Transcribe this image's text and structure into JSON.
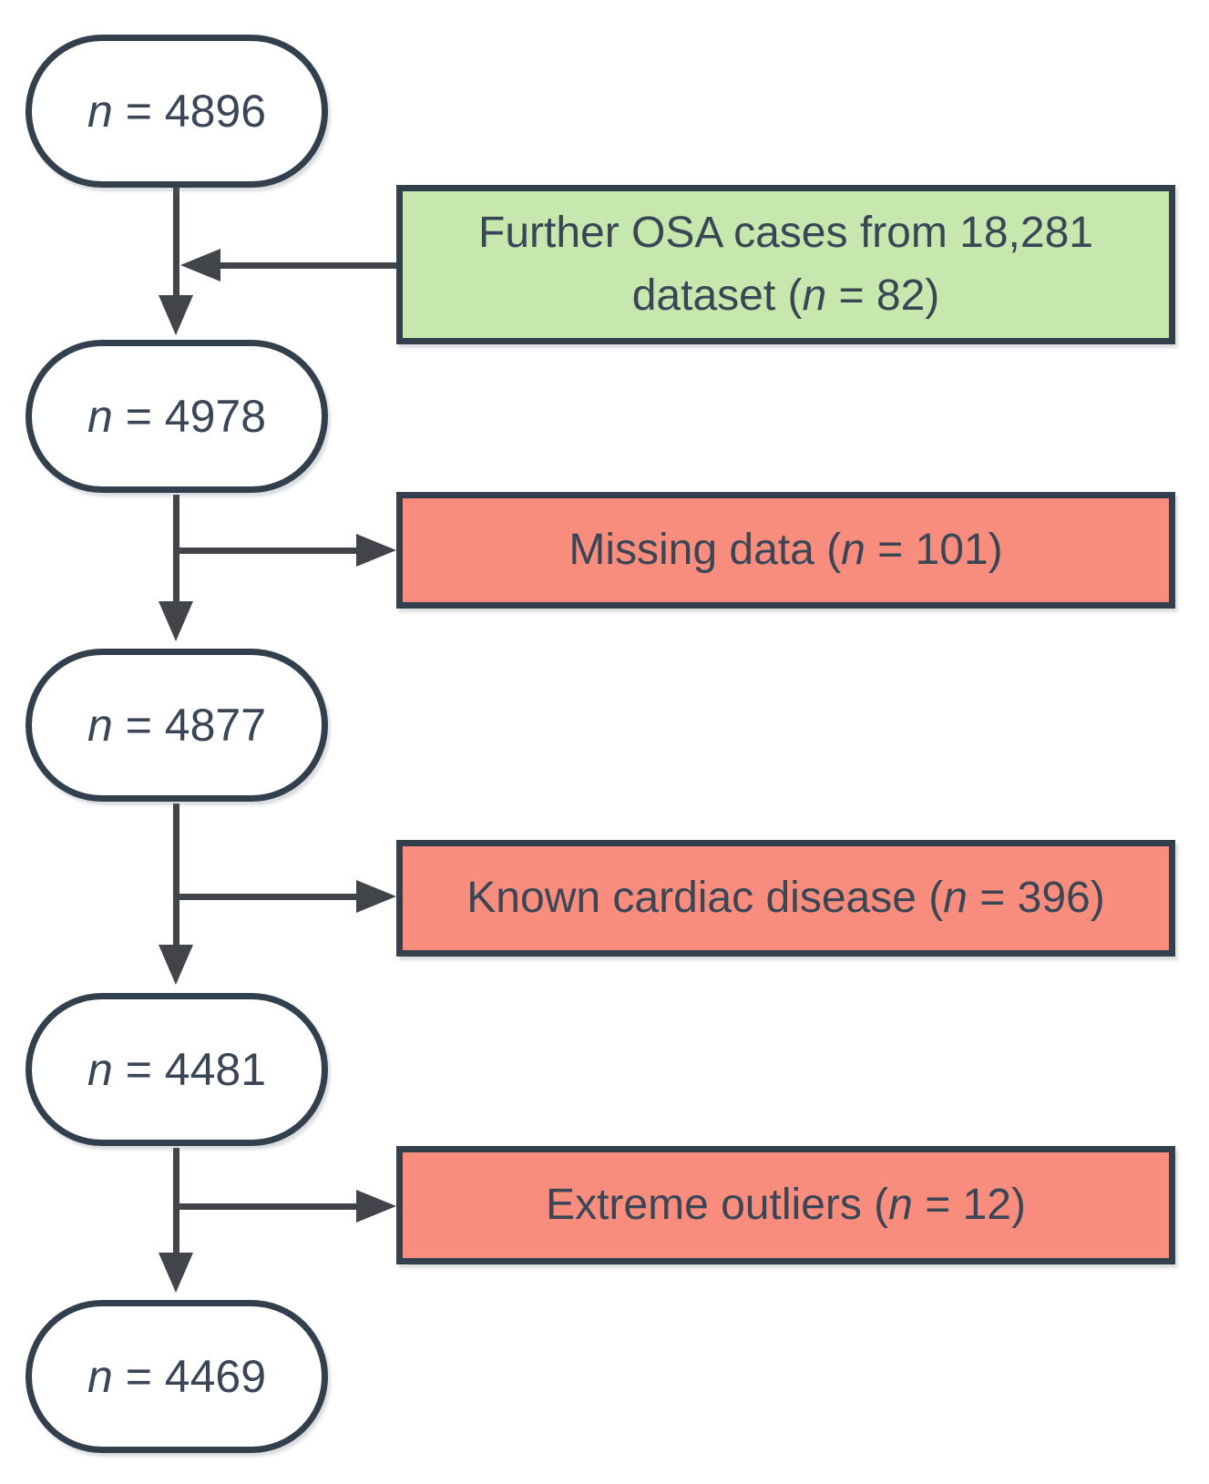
{
  "colors": {
    "border": "#323f4d",
    "arrow": "#414549",
    "text": "#3a4655",
    "green_fill": "#c6e7ad",
    "red_fill": "#f98d7d",
    "node_fill": "#ffffff",
    "background": "#ffffff"
  },
  "flow_nodes": [
    {
      "n_label": "n",
      "text": " = 4896"
    },
    {
      "n_label": "n",
      "text": " = 4978"
    },
    {
      "n_label": "n",
      "text": " = 4877"
    },
    {
      "n_label": "n",
      "text": " = 4481"
    },
    {
      "n_label": "n",
      "text": " = 4469"
    }
  ],
  "side_boxes": [
    {
      "kind": "inclusion",
      "line1": "Further OSA cases from 18,281",
      "line2_before": "dataset (",
      "n_label": "n",
      "line2_after": " = 82)"
    },
    {
      "kind": "exclusion",
      "before": "Missing data (",
      "n_label": "n",
      "after": " = 101)"
    },
    {
      "kind": "exclusion",
      "before": "Known cardiac disease (",
      "n_label": "n",
      "after": " = 396)"
    },
    {
      "kind": "exclusion",
      "before": "Extreme outliers (",
      "n_label": "n",
      "after": " = 12)"
    }
  ]
}
